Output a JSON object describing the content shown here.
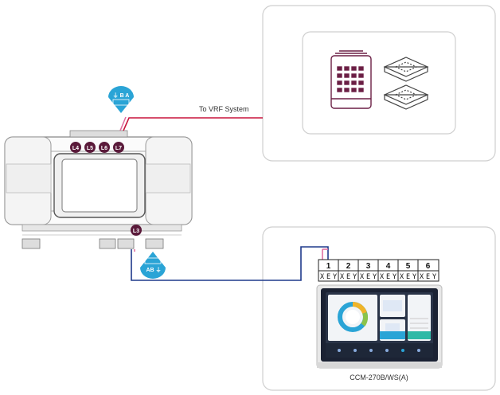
{
  "diagram": {
    "vrf_label": "To VRF System",
    "panel_model": "CCM-270B/WS(A)",
    "gateway_pins": {
      "top_badge": "⏚ B A",
      "bottom_badge": "AB ⏚",
      "top_ports": [
        "L4",
        "L5",
        "L6",
        "L7"
      ],
      "bottom_port": "L3"
    },
    "terminal_blocks": [
      {
        "number": "1",
        "pins": [
          "X",
          "E",
          "Y"
        ]
      },
      {
        "number": "2",
        "pins": [
          "X",
          "E",
          "Y"
        ]
      },
      {
        "number": "3",
        "pins": [
          "X",
          "E",
          "Y"
        ]
      },
      {
        "number": "4",
        "pins": [
          "X",
          "E",
          "Y"
        ]
      },
      {
        "number": "5",
        "pins": [
          "X",
          "E",
          "Y"
        ]
      },
      {
        "number": "6",
        "pins": [
          "X",
          "E",
          "Y"
        ]
      }
    ],
    "colors": {
      "vrf_wire": "#c8143c",
      "panel_wire": "#1f3a8c",
      "badge": "#2aa4d6",
      "port": "#5a1a3a",
      "unit_stroke": "#6b1f45"
    }
  }
}
